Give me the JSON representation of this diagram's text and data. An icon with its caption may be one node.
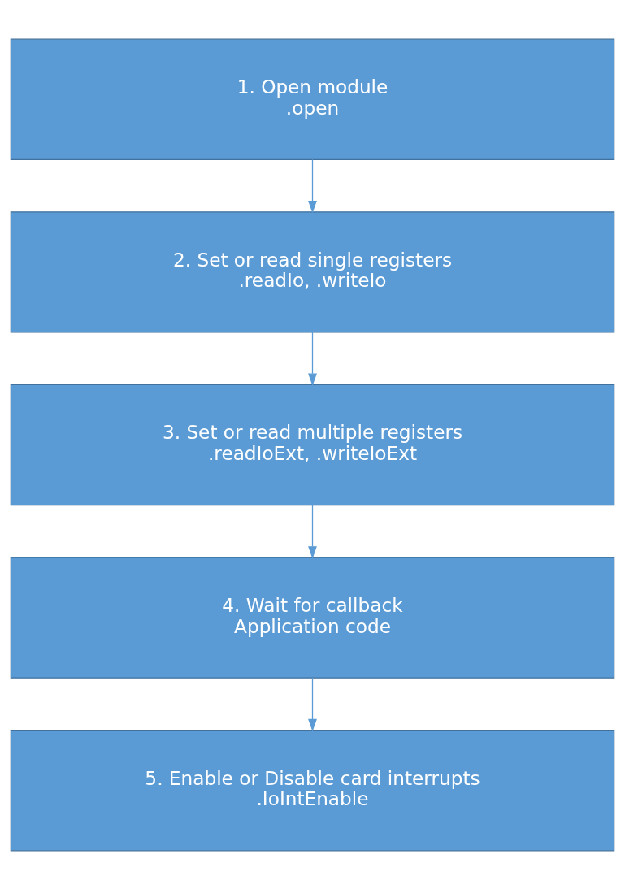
{
  "diagram": {
    "nodes": [
      {
        "text": [
          "1. Open module",
          ".open"
        ]
      },
      {
        "text": [
          "2. Set or read single registers",
          ".readIo, .writeIo"
        ]
      },
      {
        "text": [
          "3. Set or read multiple registers",
          ".readIoExt, .writeIoExt"
        ]
      },
      {
        "text": [
          "4. Wait for callback",
          "Application code"
        ]
      },
      {
        "text": [
          "5. Enable or Disable card interrupts",
          ".IoIntEnable"
        ]
      }
    ],
    "edges": [
      {
        "from": 0,
        "to": 1,
        "arrow": "to"
      },
      {
        "from": 1,
        "to": 2,
        "arrow": "to"
      },
      {
        "from": 2,
        "to": 3,
        "arrow": "to"
      },
      {
        "from": 3,
        "to": 4,
        "arrow": "to"
      }
    ]
  }
}
